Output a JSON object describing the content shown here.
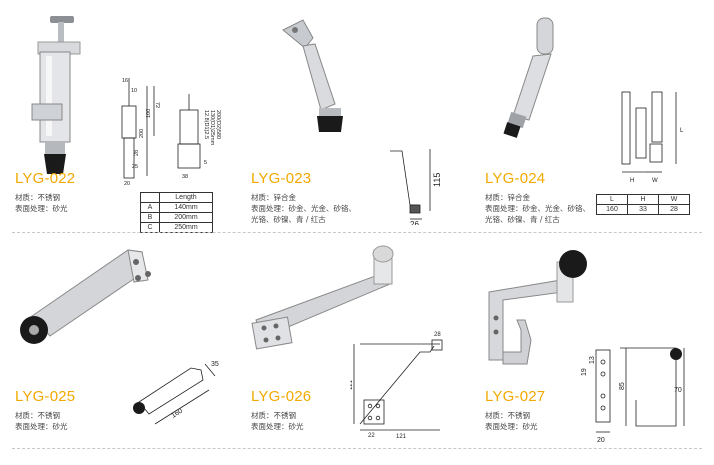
{
  "products": [
    {
      "code": "LYG-022",
      "material": "材质：不锈钢",
      "finish": "表面处理：砂光",
      "dims": [
        "16",
        "10",
        "72",
        "100",
        "200",
        "28",
        "25",
        "20",
        "12.8(D1)2.5",
        "130(D1)25mm",
        "200(D2)580",
        "38",
        "5"
      ],
      "length_table": {
        "header": "Length",
        "rows": [
          [
            "A",
            "140mm"
          ],
          [
            "B",
            "200mm"
          ],
          [
            "C",
            "250mm"
          ]
        ]
      }
    },
    {
      "code": "LYG-023",
      "material": "材质：锌合金",
      "finish_lines": [
        "表面处理：砂金、光金、砂铬、",
        "光铬、砂镍、青 / 红古"
      ],
      "dims": [
        "115",
        "26"
      ]
    },
    {
      "code": "LYG-024",
      "material": "材质：锌合金",
      "finish_lines": [
        "表面处理：砂金、光金、砂铬、",
        "光铬、砂镍、青 / 红古"
      ],
      "dims": [
        "L",
        "H",
        "W"
      ],
      "spec_table": {
        "header": [
          "L",
          "H",
          "W"
        ],
        "row": [
          "160",
          "33",
          "28"
        ]
      }
    },
    {
      "code": "LYG-025",
      "material": "材质：不锈钢",
      "finish": "表面处理：砂光",
      "dims": [
        "160",
        "35"
      ]
    },
    {
      "code": "LYG-026",
      "material": "材质：不锈钢",
      "finish": "表面处理：砂光",
      "dims": [
        "28",
        "121",
        "22",
        "121"
      ]
    },
    {
      "code": "LYG-027",
      "material": "材质：不锈钢",
      "finish": "表面处理：砂光",
      "dims": [
        "19",
        "13",
        "85",
        "70",
        "20"
      ]
    }
  ],
  "colors": {
    "code": "#f2a900",
    "steel": "#c9ccd1",
    "rubber": "#1a1a1a"
  }
}
